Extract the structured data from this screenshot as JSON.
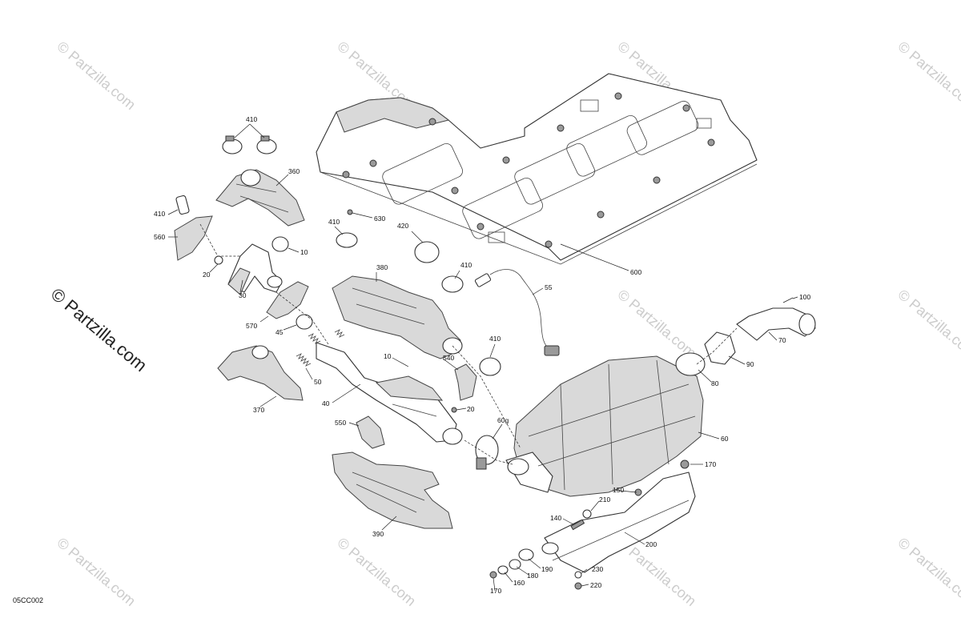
{
  "diagram_code": "05CC002",
  "watermark_text": "© Partzilla.com",
  "callouts": {
    "c410a": "410",
    "c360": "360",
    "c410b": "410",
    "c560": "560",
    "c10a": "10",
    "c20a": "20",
    "c30": "30",
    "c570": "570",
    "c45": "45",
    "c370": "370",
    "c50": "50",
    "c10b": "10",
    "c40": "40",
    "c630": "630",
    "c410c": "410",
    "c420": "420",
    "c380": "380",
    "c410d": "410",
    "c55": "55",
    "c410e": "410",
    "c540": "540",
    "c20b": "20",
    "c550": "550",
    "c390": "390",
    "c600": "600",
    "c100": "100",
    "c70": "70",
    "c90": "90",
    "c80": "80",
    "c60g": "60g",
    "c60": "60",
    "c170a": "170",
    "c150": "150",
    "c210": "210",
    "c140": "140",
    "c200": "200",
    "c190": "190",
    "c180": "180",
    "c230": "230",
    "c160": "160",
    "c220": "220",
    "c170b": "170"
  }
}
